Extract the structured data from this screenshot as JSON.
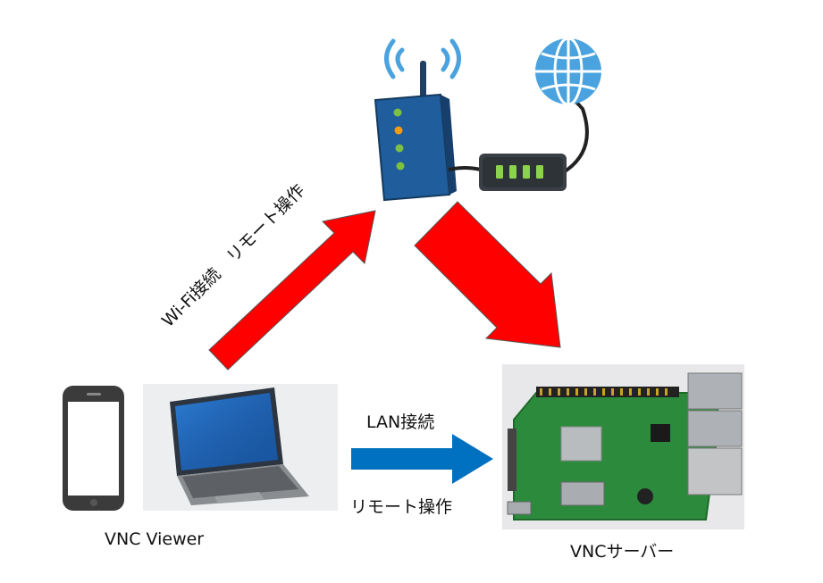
{
  "labels": {
    "wifi": "Wi-Fi接続　リモート操作",
    "lan": "LAN接続",
    "remote": "リモート操作",
    "viewer": "VNC Viewer",
    "server": "VNCサーバー"
  },
  "colors": {
    "red_arrow": "#ff0000",
    "blue_arrow": "#0070c0",
    "router_body": "#1f5d9c",
    "globe": "#4aa3df",
    "led_green": "#7bc043",
    "led_orange": "#f39c12"
  }
}
